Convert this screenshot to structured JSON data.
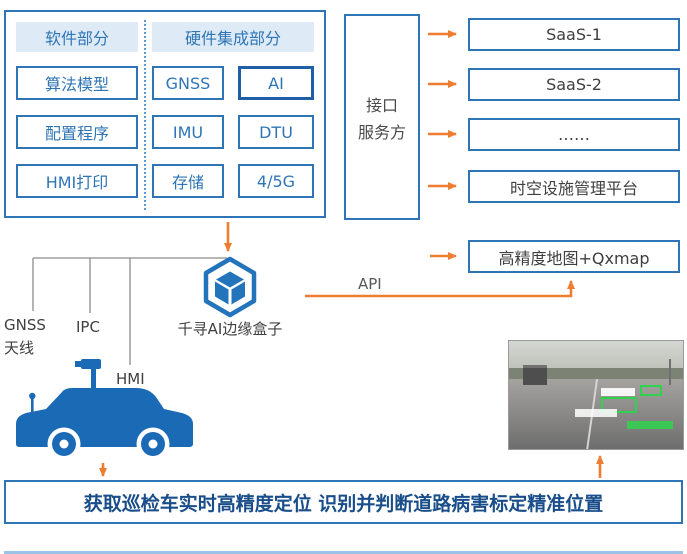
{
  "colors": {
    "primary_blue": "#2E75B6",
    "header_bg": "#DEEBF7",
    "arrow_orange": "#ED7D31",
    "banner_text": "#1A4E8A",
    "car_blue": "#1B6AB5",
    "detection_green": "#2FD24D"
  },
  "panel": {
    "software": {
      "header": "软件部分",
      "items": [
        "算法模型",
        "配置程序",
        "HMI打印"
      ]
    },
    "hardware": {
      "header": "硬件集成部分",
      "items": [
        "GNSS",
        "AI",
        "IMU",
        "DTU",
        "存储",
        "4/5G"
      ]
    }
  },
  "interface": {
    "label": "接口服务方",
    "lines": [
      "接口",
      "服务方"
    ]
  },
  "services": [
    "SaaS-1",
    "SaaS-2",
    "……",
    "时空设施管理平台",
    "高精度地图+Qxmap"
  ],
  "edge_box": {
    "label": "千寻AI边缘盒子"
  },
  "api": {
    "label": "API"
  },
  "vehicle": {
    "gnss": "GNSS",
    "antenna": "天线",
    "ipc": "IPC",
    "hmi": "HMI"
  },
  "banner": {
    "text": "获取巡检车实时高精度定位 识别并判断道路病害标定精准位置"
  }
}
